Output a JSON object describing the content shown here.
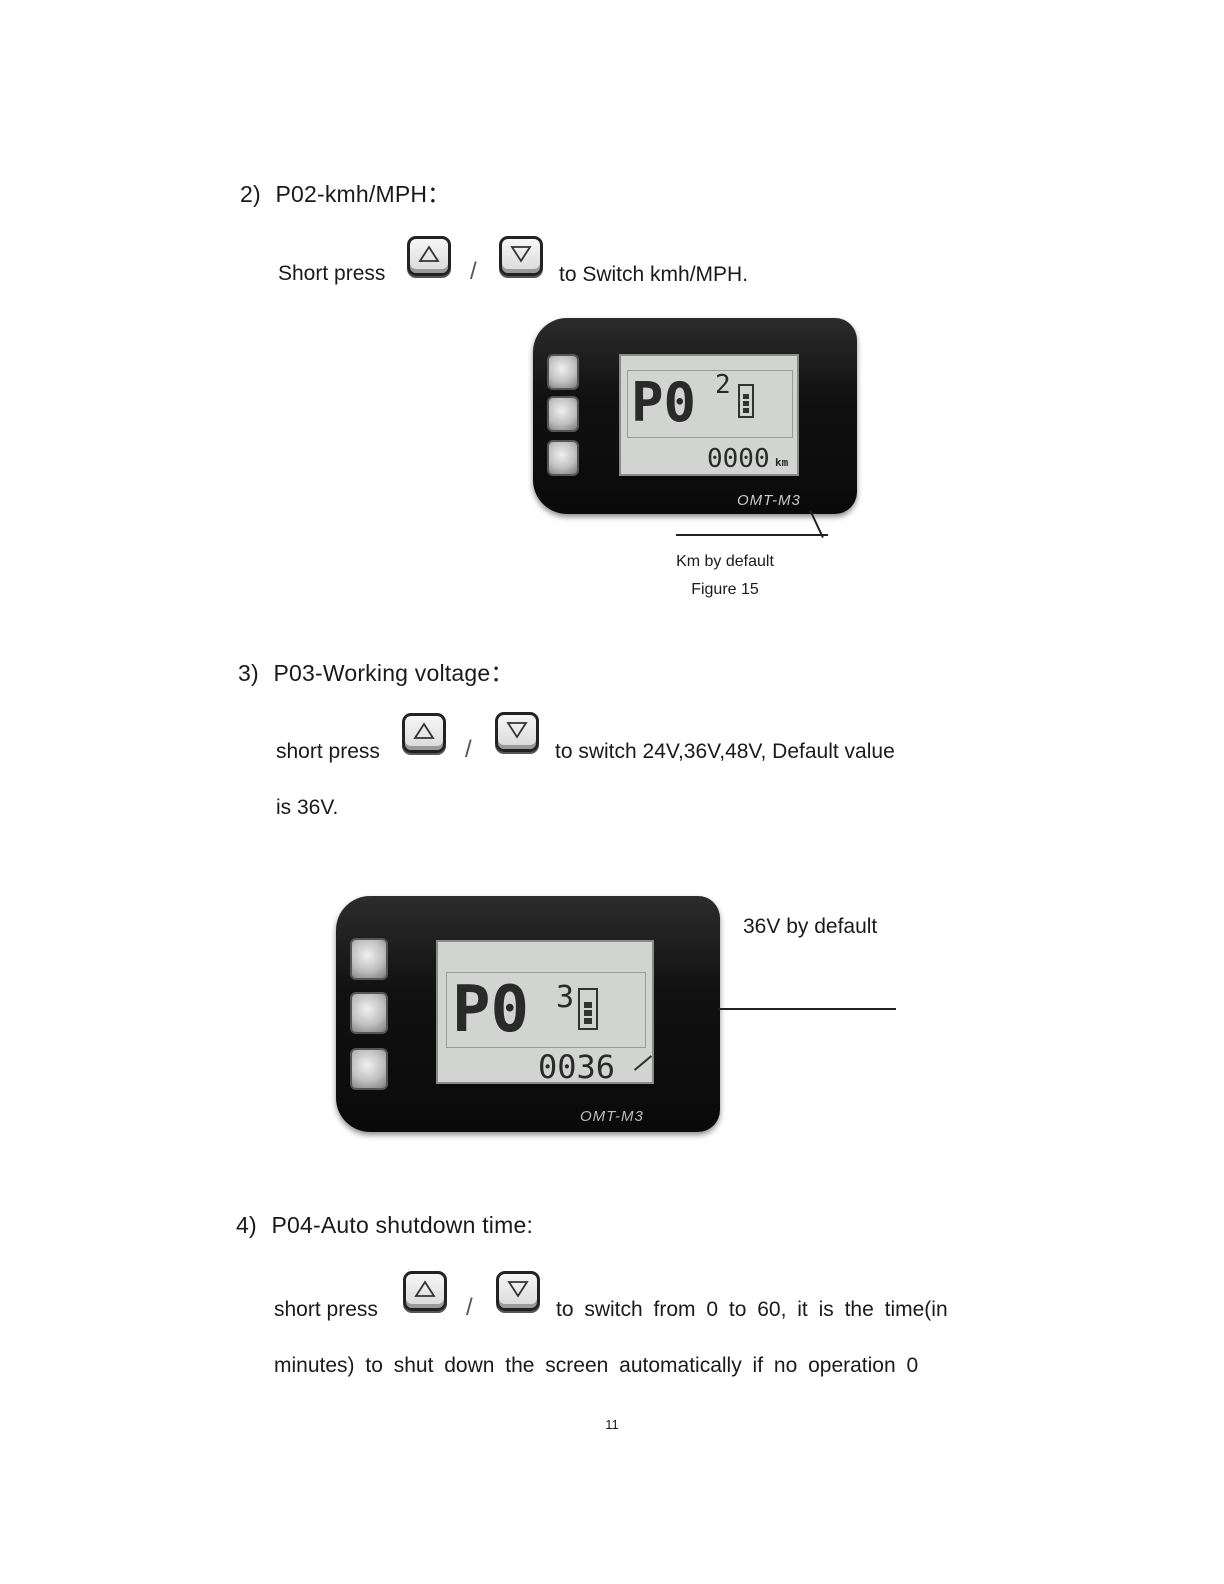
{
  "section2": {
    "number": "2)",
    "title": "P02-kmh/MPH：",
    "instruction_prefix": "Short press",
    "slash": "/",
    "instruction_suffix": "to Switch kmh/MPH.",
    "display": {
      "param": "P0",
      "param_digit": "2",
      "value": "0000",
      "unit": "km",
      "model": "OMT-M3"
    },
    "annotation": "Km by default",
    "figure_caption": "Figure 15"
  },
  "section3": {
    "number": "3)",
    "title": "P03-Working voltage：",
    "instruction_prefix": "short press",
    "slash": "/",
    "instruction_suffix": "to switch 24V,36V,48V, Default value",
    "instruction_line2": "is 36V.",
    "display": {
      "param": "P0",
      "param_digit": "3",
      "value": "0036",
      "model": "OMT-M3"
    },
    "annotation": "36V by default"
  },
  "section4": {
    "number": "4)",
    "title": "P04-Auto shutdown time:",
    "instruction_prefix": "short press",
    "slash": "/",
    "instruction_suffix": "to switch from 0 to 60, it is the time(in",
    "instruction_line2": "minutes) to shut down the screen automatically if no operation 0"
  },
  "page_number": "11",
  "icons": {
    "up": "up-triangle-icon",
    "down": "down-triangle-icon",
    "battery": "battery-icon"
  }
}
